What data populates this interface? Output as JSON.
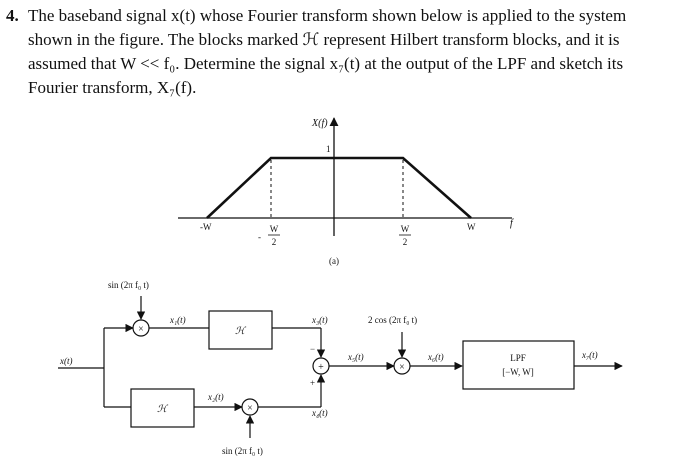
{
  "problem": {
    "number": "4.",
    "line1": "The baseband signal x(t) whose Fourier transform shown below is applied to the system",
    "line2": "shown in the figure. The blocks marked ℋ represent Hilbert transform blocks, and it is",
    "line3": "assumed that W << f₀. Determine the signal x₇(t) at the output of the LPF and sketch its",
    "line4": "Fourier transform, X₇(f)."
  },
  "spectrum": {
    "y_label": "X(f)",
    "peak_label": "1",
    "x_label": "f",
    "ticks": {
      "neg_w": "-W",
      "neg_half_w_sign": "-",
      "half_w_num": "W",
      "half_w_den": "2",
      "pos_half_w_num": "W",
      "pos_half_w_den": "2",
      "pos_w": "W"
    },
    "subfigure_label": "(a)"
  },
  "block_diagram": {
    "input_label": "x(t)",
    "mult1_top_label": "sin (2π f₀ t)",
    "mult_symbol": "×",
    "sum_symbol": "+",
    "x1_label": "x₁(t)",
    "hilbert1_label": "ℋ",
    "x3_label": "x₃(t)",
    "minus_sign": "−",
    "plus_sign": "+",
    "osc_label": "2 cos (2π f₀ t)",
    "x5_label": "x₅(t)",
    "x6_label": "x₆(t)",
    "lpf_line1": "LPF",
    "lpf_line2": "[−W, W]",
    "x7_label": "x₇(t)",
    "hilbert2_label": "ℋ",
    "x2_label": "x₂(t)",
    "x4_label": "x₄(t)",
    "mult2_bottom_label": "sin (2π f₀ t)"
  }
}
